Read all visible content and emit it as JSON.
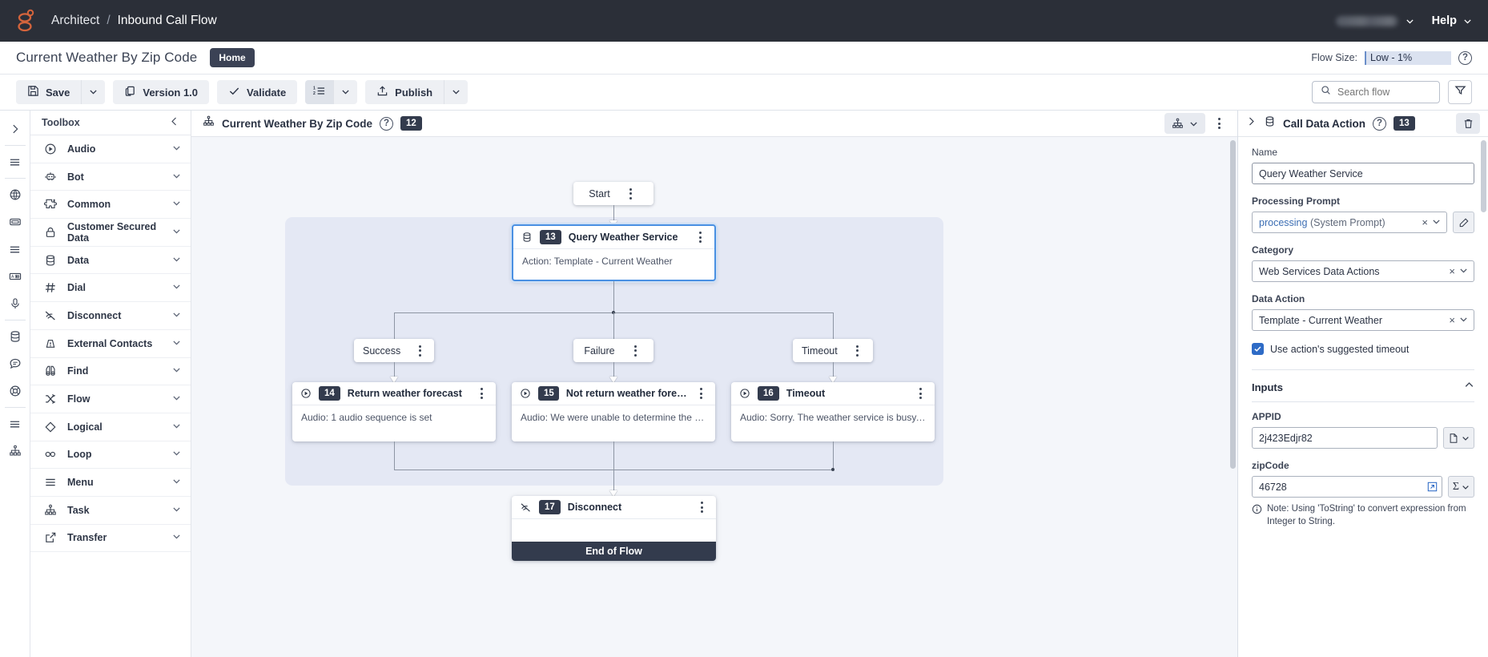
{
  "topbar": {
    "breadcrumb_app": "Architect",
    "breadcrumb_sep": "/",
    "breadcrumb_page": "Inbound Call Flow",
    "user_label": "",
    "help_label": "Help"
  },
  "titlerow": {
    "flow_title": "Current Weather By Zip Code",
    "home_badge": "Home",
    "flow_size_label": "Flow Size:",
    "flow_size_value": "Low - 1%"
  },
  "toolbar": {
    "save_label": "Save",
    "version_label": "Version 1.0",
    "validate_label": "Validate",
    "publish_label": "Publish",
    "search_placeholder": "Search flow",
    "search_value": ""
  },
  "toolbox": {
    "header": "Toolbox",
    "items": [
      {
        "label": "Audio",
        "icon": "play-circle-icon"
      },
      {
        "label": "Bot",
        "icon": "robot-icon"
      },
      {
        "label": "Common",
        "icon": "puzzle-icon"
      },
      {
        "label": "Customer Secured Data",
        "icon": "lock-icon"
      },
      {
        "label": "Data",
        "icon": "database-icon"
      },
      {
        "label": "Dial",
        "icon": "hash-icon"
      },
      {
        "label": "Disconnect",
        "icon": "disconnect-icon"
      },
      {
        "label": "External Contacts",
        "icon": "alert-icon"
      },
      {
        "label": "Find",
        "icon": "binoculars-icon"
      },
      {
        "label": "Flow",
        "icon": "shuffle-icon"
      },
      {
        "label": "Logical",
        "icon": "diamond-icon"
      },
      {
        "label": "Loop",
        "icon": "infinity-icon"
      },
      {
        "label": "Menu",
        "icon": "menu-icon"
      },
      {
        "label": "Task",
        "icon": "sitemap-icon"
      },
      {
        "label": "Transfer",
        "icon": "external-link-icon"
      }
    ]
  },
  "rail": {
    "items": [
      "chevron-right-icon",
      "menu-icon",
      "globe-icon",
      "card-icon",
      "menu-icon",
      "translate-icon",
      "microphone-icon",
      "database-icon",
      "chat-icon",
      "lifering-icon",
      "menu-icon",
      "sitemap-icon"
    ]
  },
  "canvas": {
    "title": "Current Weather By Zip Code",
    "badge": "12",
    "nodes": {
      "start": {
        "label": "Start"
      },
      "query": {
        "number": "13",
        "title": "Query Weather Service",
        "body": "Action: Template - Current Weather",
        "icon": "database-icon",
        "selected": true
      },
      "success_branch": {
        "label": "Success"
      },
      "failure_branch": {
        "label": "Failure"
      },
      "timeout_branch": {
        "label": "Timeout"
      },
      "return_forecast": {
        "number": "14",
        "title": "Return weather forecast",
        "body": "Audio: 1 audio sequence is set",
        "icon": "play-circle-icon"
      },
      "not_return_forecast": {
        "number": "15",
        "title": "Not return weather forecast",
        "body": "Audio: We were unable to determine the current w…",
        "icon": "play-circle-icon"
      },
      "timeout_node": {
        "number": "16",
        "title": "Timeout",
        "body": "Audio: Sorry. The weather service is busy. Please …",
        "icon": "play-circle-icon"
      },
      "disconnect": {
        "number": "17",
        "title": "Disconnect",
        "body": "",
        "icon": "disconnect-icon",
        "footer": "End of Flow"
      }
    }
  },
  "rpanel": {
    "title": "Call Data Action",
    "badge": "13",
    "name_label": "Name",
    "name_value": "Query Weather Service",
    "processing_prompt_label": "Processing Prompt",
    "processing_prompt_link": "processing",
    "processing_prompt_suffix": "(System Prompt)",
    "category_label": "Category",
    "category_value": "Web Services Data Actions",
    "data_action_label": "Data Action",
    "data_action_value": "Template - Current Weather",
    "checkbox_label": "Use action's suggested timeout",
    "inputs_section": "Inputs",
    "appid_label": "APPID",
    "appid_value": "2j423Edjr82",
    "zipcode_label": "zipCode",
    "zipcode_value": "46728",
    "note_text": "Note: Using 'ToString' to convert expression from Integer to String."
  },
  "colors": {
    "topbar_bg": "#2b2f38",
    "accent": "#2e6bc6",
    "badge_dark": "#333b4d",
    "group_bg": "#e4e8f4",
    "canvas_bg": "#f4f6fa"
  }
}
